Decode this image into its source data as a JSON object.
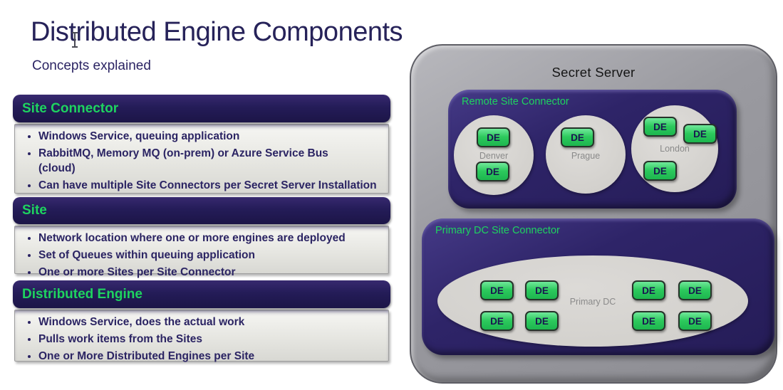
{
  "slide": {
    "title": "Distributed Engine Components",
    "subtitle": "Concepts explained"
  },
  "sections": [
    {
      "header": "Site Connector",
      "bullets": [
        "Windows Service, queuing application",
        "RabbitMQ, Memory MQ (on-prem) or Azure Service Bus\n(cloud)",
        "Can have multiple Site Connectors per Secret Server Installation"
      ]
    },
    {
      "header": "Site",
      "bullets": [
        "Network location where one or more engines are deployed",
        "Set of Queues within queuing application",
        "One or more Sites per Site Connector"
      ]
    },
    {
      "header": "Distributed Engine",
      "bullets": [
        "Windows Service, does the actual work",
        "Pulls work items from the Sites",
        "One or More Distributed Engines per Site"
      ]
    }
  ],
  "diagram": {
    "title": "Secret Server",
    "remote_connector": {
      "label": "Remote Site Connector",
      "sites": [
        {
          "name": "Denver",
          "engines": [
            "DE",
            "DE"
          ]
        },
        {
          "name": "Prague",
          "engines": [
            "DE"
          ]
        },
        {
          "name": "London",
          "engines": [
            "DE",
            "DE",
            "DE"
          ]
        }
      ]
    },
    "primary_connector": {
      "label": "Primary DC Site Connector",
      "site": {
        "name": "Primary DC",
        "engines": [
          "DE",
          "DE",
          "DE",
          "DE",
          "DE",
          "DE",
          "DE",
          "DE"
        ]
      }
    }
  },
  "colors": {
    "accent_green": "#1ed35f",
    "header_purple": "#241c58",
    "diagram_purple": "#2e2468",
    "engine_green": "#2cc95c",
    "server_gray": "#97979d",
    "text_indigo": "#2b2463"
  }
}
